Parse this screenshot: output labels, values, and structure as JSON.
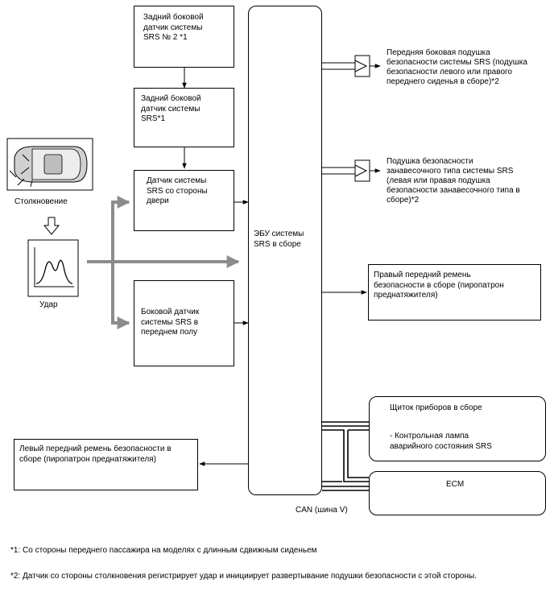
{
  "sensors": {
    "rear_side_no2": "Задний боковой\nдатчик системы\nSRS № 2 *1",
    "rear_side": "Задний боковой\nдатчик системы\nSRS*1",
    "door": "Датчик системы\nSRS со стороны\nдвери",
    "floor": "Боковой датчик\nсистемы SRS в\nпереднем полу"
  },
  "ecu": "ЭБУ системы\nSRS в сборе",
  "outputs": {
    "front_airbag": "Передняя боковая подушка\nбезопасности системы SRS (подушка\nбезопасности левого или правого\nпереднего сиденья в сборе)*2",
    "curtain_airbag": "Подушка безопасности\nзанавесочного типа системы SRS\n(левая или правая подушка\nбезопасности занавесочного типа в\nсборе)*2",
    "right_belt": "Правый передний ремень\nбезопасности в сборе (пиропатрон\nпреднатяжителя)",
    "left_belt": "Левый передний ремень безопасности в\nсборе (пиропатрон преднатяжителя)",
    "cluster_title": "Щиток приборов в сборе",
    "cluster_item": "- Контрольная лампа\nаварийного состояния SRS",
    "ecm": "ECM",
    "can": "CAN (шина V)"
  },
  "collision_label": "Столкновение",
  "impact_label": "Удар",
  "icons": [
    "car-collision-icon",
    "down-arrow-icon",
    "impact-graph-icon",
    "connector-icon"
  ],
  "footnotes": {
    "note1": "*1: Со стороны переднего пассажира на моделях с длинным сдвижным сиденьем",
    "note2": "*2: Датчик со стороны столкновения регистрирует удар и инициирует развертывание подушки безопасности с этой стороны."
  },
  "colors": {
    "line": "#000000",
    "impact_arrow": "#8c8c8c"
  }
}
